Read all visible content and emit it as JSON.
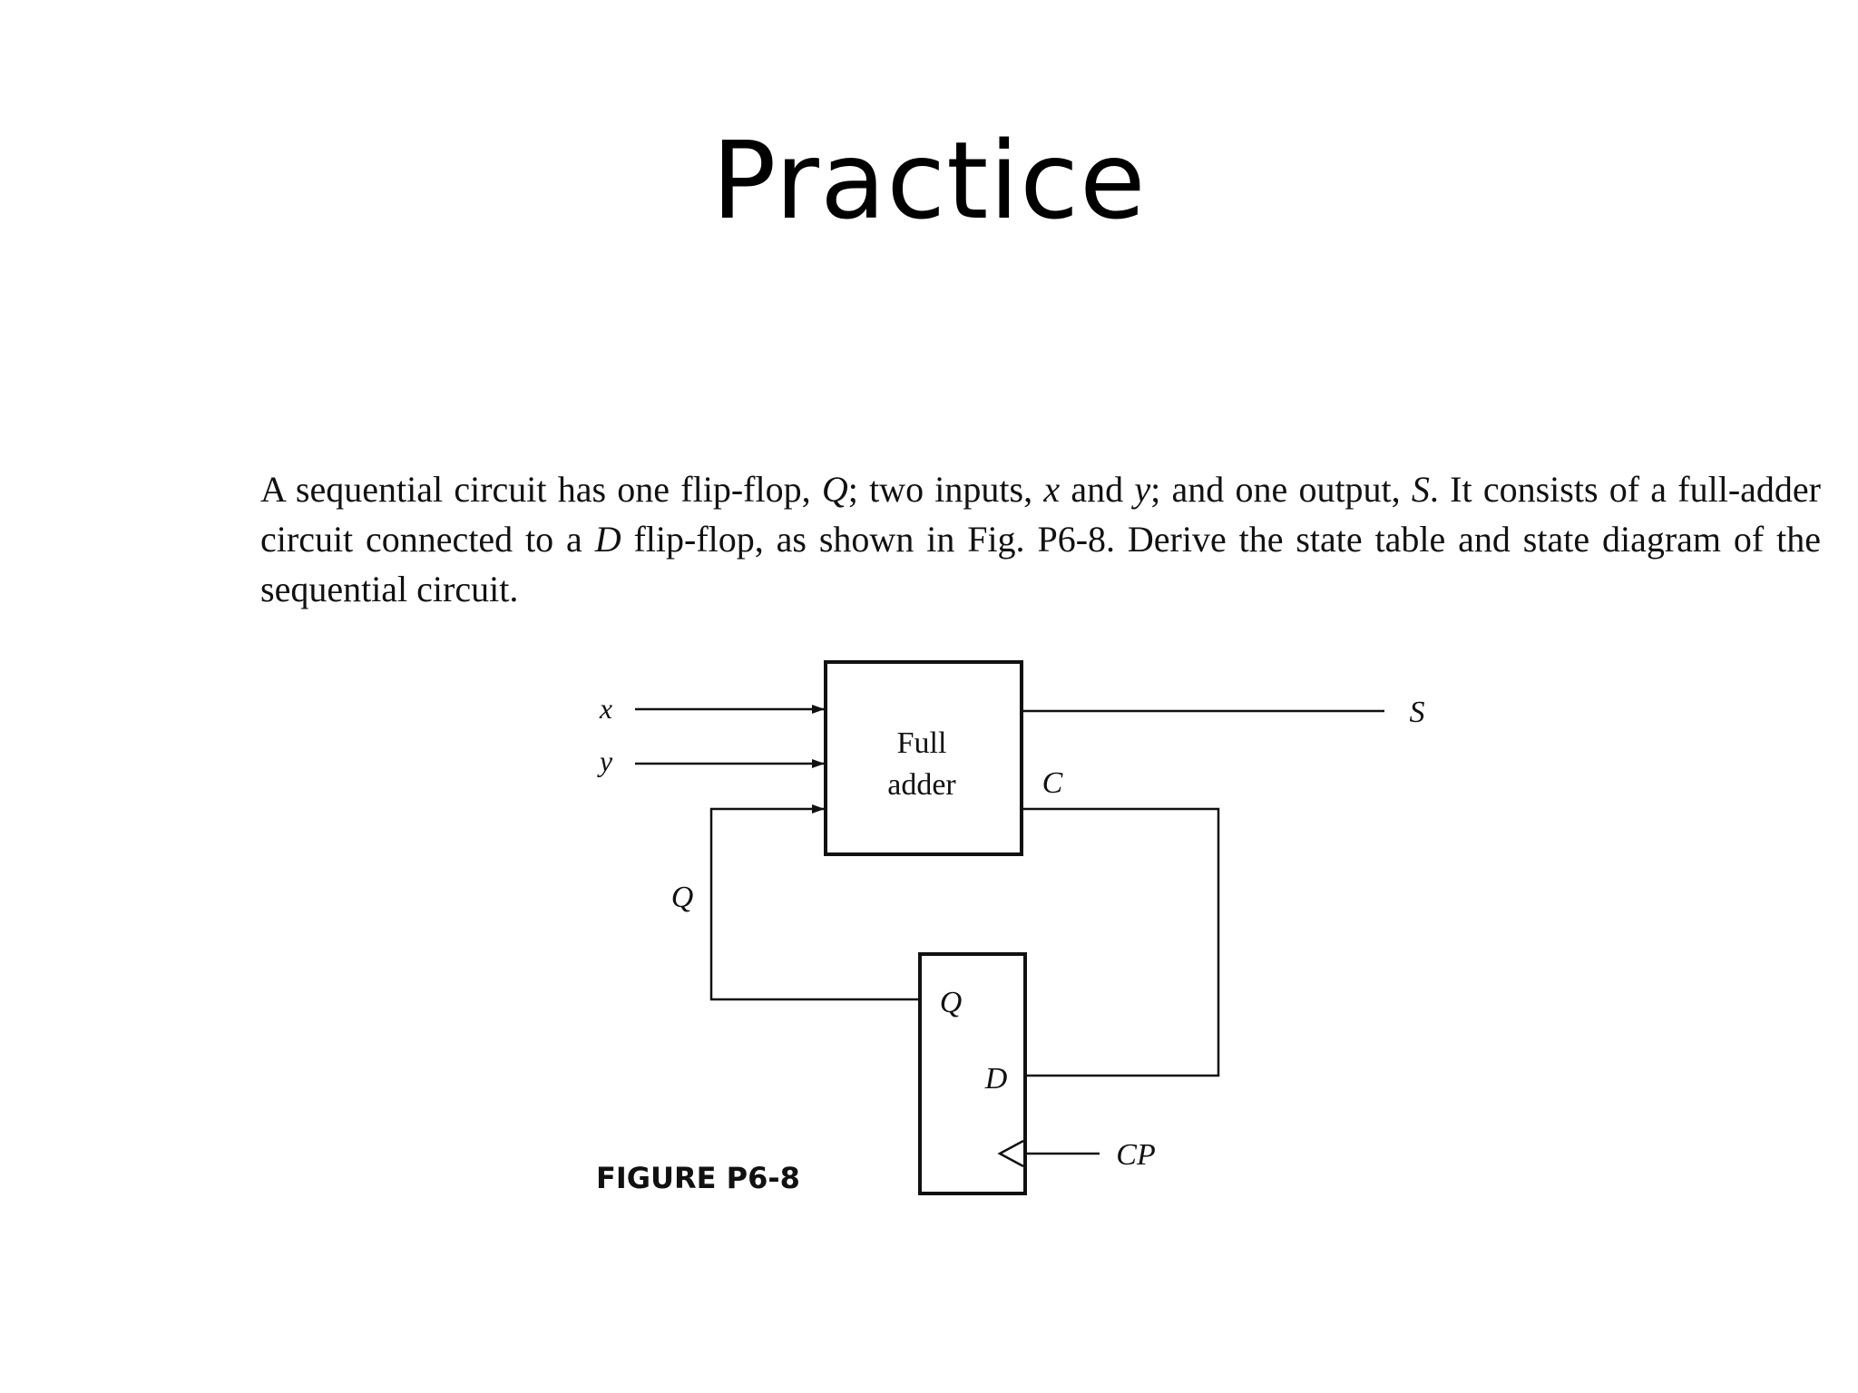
{
  "slide": {
    "title": "Practice"
  },
  "problem": {
    "seg1": "A sequential circuit has one flip-flop, ",
    "q": "Q",
    "seg2": "; two inputs, ",
    "x": "x",
    "seg3": " and ",
    "y": "y",
    "seg4": "; and one output, ",
    "s": "S",
    "seg5": ". It consists of a full-adder circuit connected to a ",
    "d": "D",
    "seg6": " flip-flop, as shown in Fig. P6-8. Derive the state table and state diagram of the sequential circuit."
  },
  "diagram": {
    "input_x": "x",
    "input_y": "y",
    "output_s": "S",
    "adder_line1": "Full",
    "adder_line2": "adder",
    "carry_label": "C",
    "feedback_q": "Q",
    "ff_q": "Q",
    "ff_d": "D",
    "clock_label": "CP",
    "caption": "FIGURE P6-8"
  }
}
